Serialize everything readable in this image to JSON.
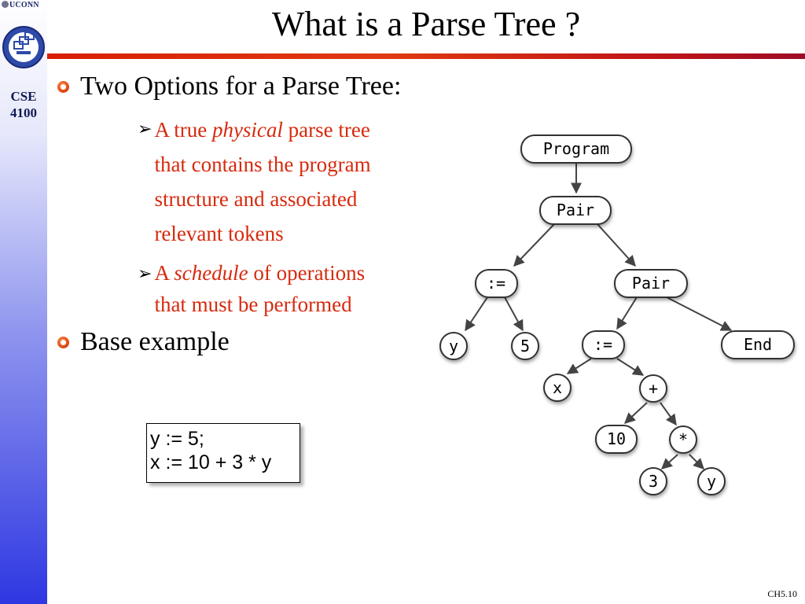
{
  "sidebar": {
    "org": "UCONN",
    "course_line1": "CSE",
    "course_line2": "4100"
  },
  "slide": {
    "title": "What is a Parse Tree ?",
    "page": "CH5.10"
  },
  "bullets": [
    {
      "text": "Two Options for a Parse Tree:"
    },
    {
      "text": "Base example"
    }
  ],
  "sub_bullets": [
    {
      "pre": "A true ",
      "em": "physical",
      "line1_rest": " parse tree",
      "line2": "that contains the program",
      "line3": "structure and associated",
      "line4": "relevant tokens"
    },
    {
      "pre": "A ",
      "em": "schedule",
      "line1_rest": " of operations",
      "line2": "that must be performed"
    }
  ],
  "code": [
    "y := 5;",
    "x := 10 + 3 * y"
  ],
  "tree": {
    "program": "Program",
    "pair1": "Pair",
    "assign1": ":=",
    "y1": "y",
    "five": "5",
    "pair2": "Pair",
    "assign2": ":=",
    "end": "End",
    "x": "x",
    "plus": "+",
    "ten": "10",
    "star": "*",
    "three": "3",
    "y2": "y"
  }
}
